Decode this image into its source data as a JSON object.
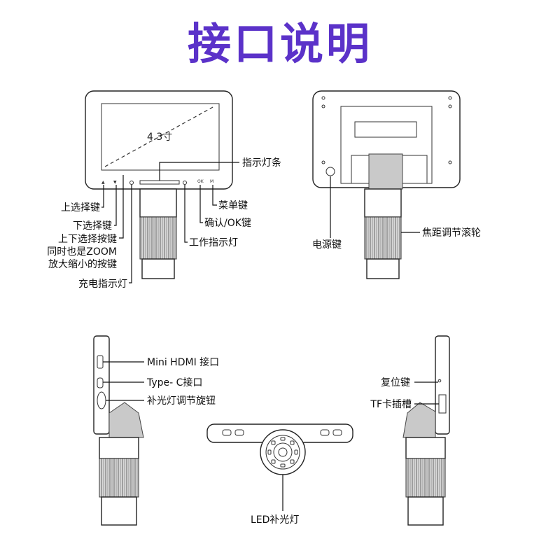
{
  "title": "接口说明",
  "front_view": {
    "screen_size": "4.3寸",
    "btn_ok": "OK",
    "btn_menu": "M",
    "labels": {
      "up_key": "上选择键",
      "down_key": "下选择键",
      "zoom_key_1": "上下选择按键",
      "zoom_key_2": "同时也是ZOOM",
      "zoom_key_3": "放大缩小的按键",
      "charge_led": "充电指示灯",
      "indicator_strip": "指示灯条",
      "menu_key": "菜单键",
      "ok_key": "确认/OK键",
      "work_led": "工作指示灯"
    }
  },
  "back_view": {
    "labels": {
      "power_key": "电源键",
      "focus_wheel": "焦距调节滚轮"
    }
  },
  "left_side_view": {
    "labels": {
      "mini_hdmi": "Mini HDMI 接口",
      "type_c": "Type- C接口",
      "light_knob": "补光灯调节旋钮"
    }
  },
  "bottom_view": {
    "labels": {
      "led_light": "LED补光灯"
    }
  },
  "right_side_view": {
    "labels": {
      "reset_key": "复位键",
      "tf_slot": "TF卡插槽"
    }
  }
}
